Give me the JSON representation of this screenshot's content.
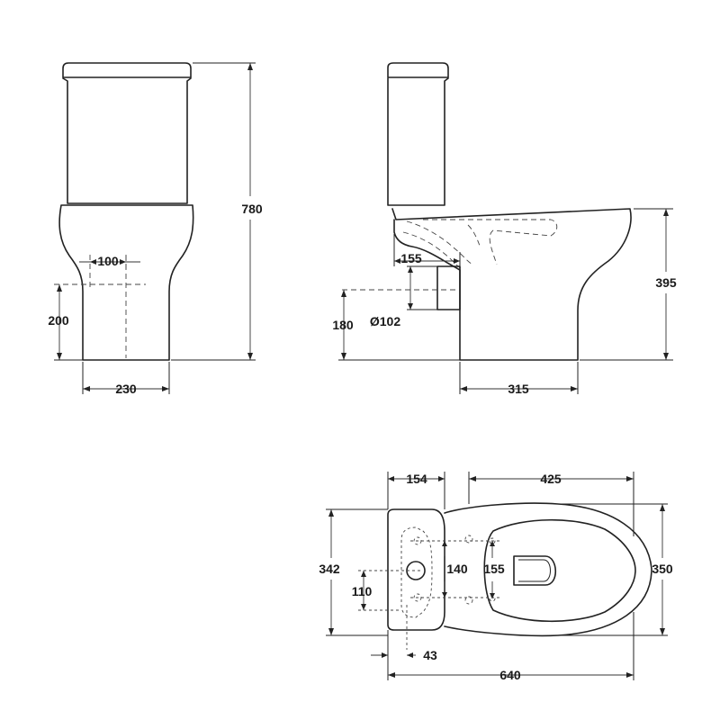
{
  "front_view": {
    "height_label": "780",
    "outlet_spacing_label": "100",
    "outlet_height_label": "200",
    "base_width_label": "230"
  },
  "side_view": {
    "pan_height_label": "395",
    "inlet_offset_label": "155",
    "outlet_height_label": "180",
    "outlet_diameter_label": "Ø102",
    "base_depth_label": "315"
  },
  "top_view": {
    "cistern_depth_label": "154",
    "pan_length_label": "425",
    "cistern_width_label": "342",
    "fixing_spacing_label": "140",
    "seat_fixing_label": "155",
    "overall_width_label": "350",
    "cistern_hole_label": "110",
    "hole_offset_label": "43",
    "overall_length_label": "640"
  }
}
